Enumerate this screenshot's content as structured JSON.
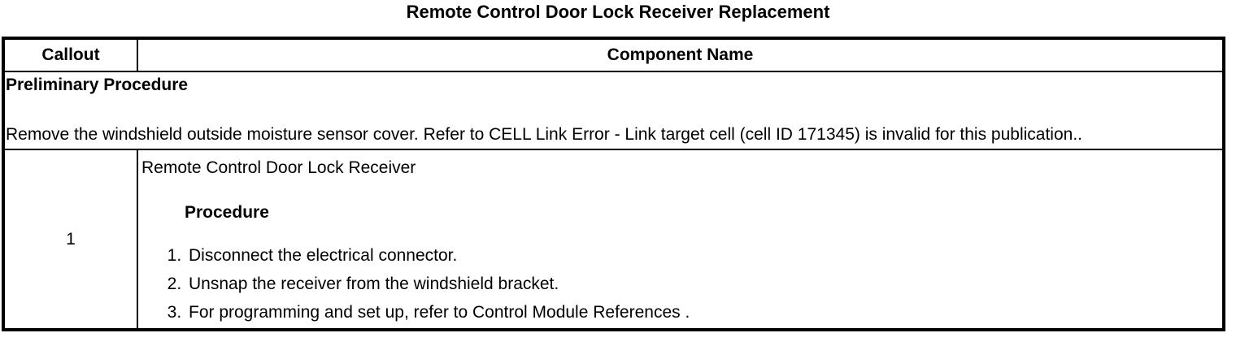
{
  "doc": {
    "title": "Remote Control Door Lock Receiver Replacement",
    "table": {
      "header": {
        "callout": "Callout",
        "component": "Component Name"
      },
      "preliminary": {
        "heading": "Preliminary Procedure",
        "text": "Remove the windshield outside moisture sensor cover. Refer to CELL Link Error - Link target cell (cell ID 171345) is invalid for this publication.."
      },
      "rows": [
        {
          "callout": "1",
          "component_name": "Remote Control Door Lock Receiver",
          "procedure_label": "Procedure",
          "steps": [
            "Disconnect the electrical connector.",
            "Unsnap the receiver from the windshield bracket.",
            "For programming and set up, refer to Control Module References ."
          ]
        }
      ]
    },
    "colors": {
      "text": "#000000",
      "border": "#000000",
      "background": "#ffffff"
    }
  }
}
